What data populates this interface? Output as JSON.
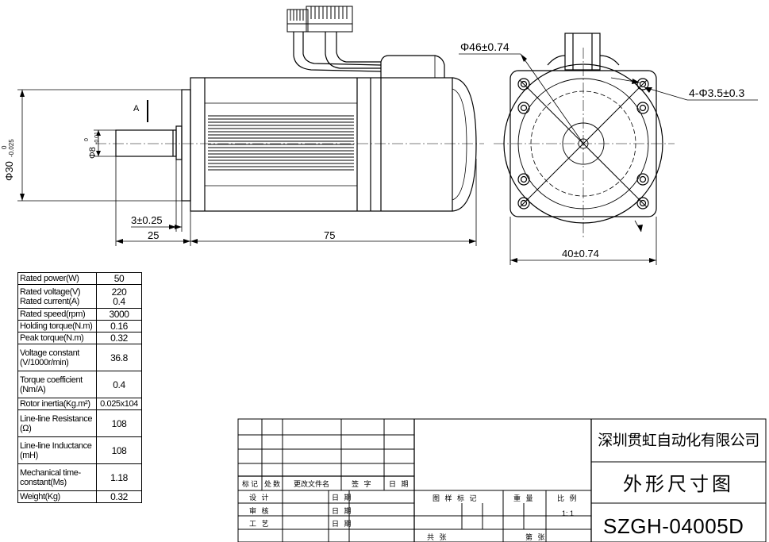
{
  "drawing": {
    "side_view": {
      "label_a": "A",
      "dim_flange_dia": "Φ30",
      "dim_flange_tol_upper": "0",
      "dim_flange_tol_lower": "-0.025",
      "dim_shaft_dia": "Φ8",
      "dim_shaft_tol_upper": "0",
      "dim_shaft_tol_lower": "-0.01",
      "dim_step": "3±0.25",
      "dim_shaft_len": "25",
      "dim_body_len": "75"
    },
    "front_view": {
      "dim_pcd": "Φ46±0.74",
      "dim_holes": "4-Φ3.5±0.3",
      "dim_square": "40±0.74"
    }
  },
  "spec_table": [
    {
      "label": "Rated power(W)",
      "value": "50"
    },
    {
      "label": "Rated voltage(V)\nRated current(A)",
      "value": "220\n0.4"
    },
    {
      "label": "Rated speed(rpm)",
      "value": "3000"
    },
    {
      "label": "Holding torque(N.m)",
      "value": "0.16"
    },
    {
      "label": "Peak torque(N.m)",
      "value": "0.32"
    },
    {
      "label": "Voltage constant\n(V/1000r/min)",
      "value": "36.8"
    },
    {
      "label": "Torque coefficient\n(Nm/A)",
      "value": "0.4"
    },
    {
      "label": "Rotor inertia(Kg.m²)",
      "value": "0.025x104"
    },
    {
      "label": "Line-line Resistance\n(Ω)",
      "value": "108"
    },
    {
      "label": "Line-line Inductance\n(mH)",
      "value": "108"
    },
    {
      "label": "Mechanical time-\nconstant(Ms)",
      "value": "1.18"
    },
    {
      "label": "Weight(Kg)",
      "value": "0.32"
    }
  ],
  "title_block": {
    "company": "深圳贯虹自动化有限公司",
    "drawing_title": "外形尺寸图",
    "part_number": "SZGH-04005D",
    "hdr_mark": "标记",
    "hdr_count": "处数",
    "hdr_doc": "更改文件名",
    "hdr_sign": "签 字",
    "hdr_date": "日 期",
    "row_design": "设 计",
    "row_review": "审 核",
    "row_process": "工 艺",
    "row_date": "日 期",
    "hdr_sample": "图 样 标 记",
    "hdr_weight": "重 量",
    "hdr_scale": "比 例",
    "scale_value": "1: 1",
    "sheets_total": "共   张",
    "sheet_no": "第   张"
  }
}
